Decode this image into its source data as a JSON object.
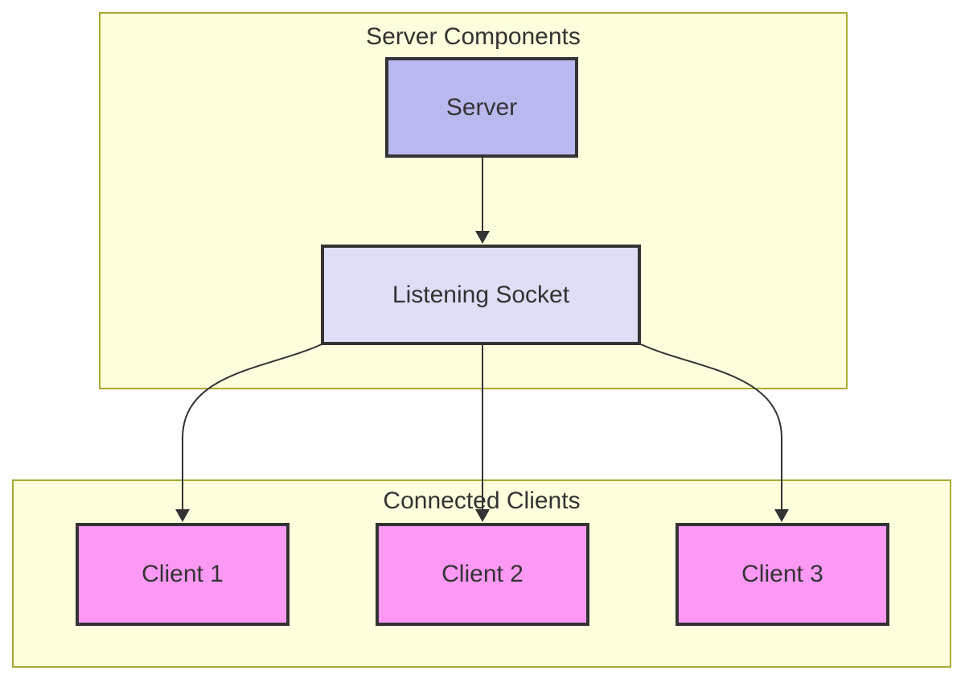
{
  "diagram": {
    "type": "flowchart",
    "groups": [
      {
        "id": "server-components",
        "title": "Server Components"
      },
      {
        "id": "connected-clients",
        "title": "Connected Clients"
      }
    ],
    "nodes": [
      {
        "id": "server",
        "label": "Server",
        "group": "server-components",
        "fill": "#b9b9f0"
      },
      {
        "id": "listening-socket",
        "label": "Listening Socket",
        "group": "server-components",
        "fill": "#dedef7"
      },
      {
        "id": "client-1",
        "label": "Client 1",
        "group": "connected-clients",
        "fill": "#fb99f4"
      },
      {
        "id": "client-2",
        "label": "Client 2",
        "group": "connected-clients",
        "fill": "#fb99f4"
      },
      {
        "id": "client-3",
        "label": "Client 3",
        "group": "connected-clients",
        "fill": "#fb99f4"
      }
    ],
    "edges": [
      {
        "from": "server",
        "to": "listening-socket"
      },
      {
        "from": "listening-socket",
        "to": "client-1"
      },
      {
        "from": "listening-socket",
        "to": "client-2"
      },
      {
        "from": "listening-socket",
        "to": "client-3"
      }
    ],
    "colors": {
      "background": "#ffffff",
      "group_fill": "#ffffde",
      "group_border": "#aaaa33",
      "node_border": "#333333",
      "edge_stroke": "#333333",
      "text": "#333333"
    }
  }
}
